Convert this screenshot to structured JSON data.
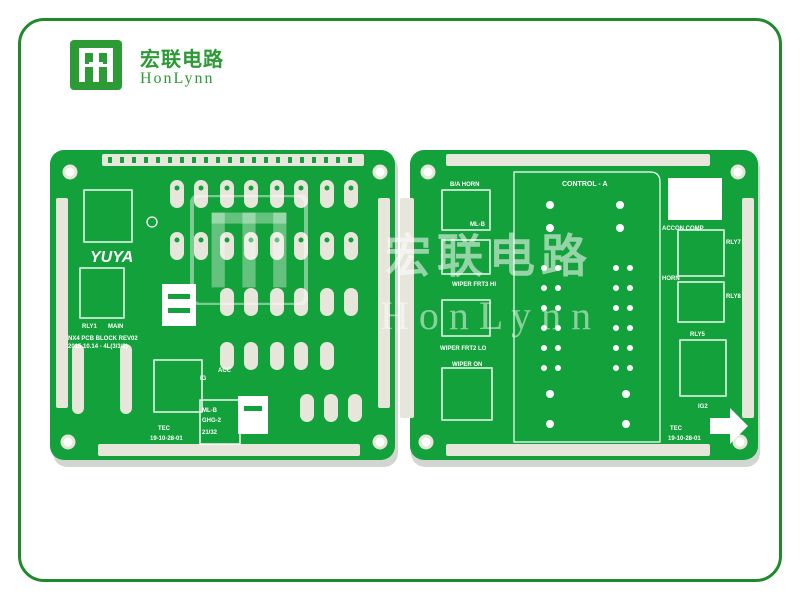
{
  "brand": {
    "name_cn": "宏联电路",
    "name_en": "HonLynn",
    "logo_icon": "honlynn-logo-icon",
    "color": "#2c9a35"
  },
  "watermark": {
    "text_cn": "宏联电路",
    "text_en": "HonLynn"
  },
  "board_left": {
    "logo_text": "YUYA",
    "labels": [
      "RLY1",
      "MAIN",
      "NX4 PCB BLOCK REV02",
      "2015.10.14 - 4L(3/3/2)",
      "19-10-28-01",
      "IG",
      "ACC",
      "TEC",
      "ML-B",
      "GHG-2",
      "21/32"
    ]
  },
  "board_right": {
    "labels": [
      "B/A HORN",
      "ML-B",
      "WIPER FRT3 HI",
      "WIPER FRT2 LO",
      "WIPER ON",
      "CONTROL - A",
      "ACCON COMP",
      "HORN",
      "RLY5",
      "RLY7",
      "RLY8",
      "IG2",
      "TEC",
      "19-10-28-01"
    ]
  },
  "colors": {
    "pcb_green": "#12a13a",
    "pcb_dark": "#0b8a30",
    "silk": "#ffffff",
    "pad": "#d8d8cc",
    "frame": "#1e8a2a"
  }
}
